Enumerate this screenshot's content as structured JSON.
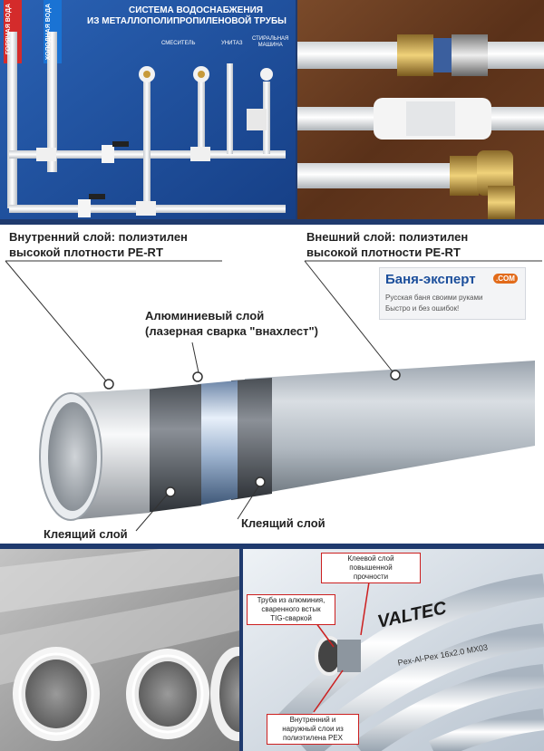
{
  "top_left": {
    "title_line1": "СИСТЕМА ВОДОСНАБЖЕНИЯ",
    "title_line2": "ИЗ МЕТАЛЛОПОЛИПРОПИЛЕНОВОЙ ТРУБЫ",
    "hot_water_1": "ГОРЯЧАЯ",
    "hot_water_2": "ВОДА",
    "cold_water_1": "ХОЛОДНАЯ",
    "cold_water_2": "ВОДА",
    "mixer": "СМЕСИТЕЛЬ",
    "toilet": "УНИТАЗ",
    "washer_1": "СТИРАЛЬНАЯ",
    "washer_2": "МАШИНА"
  },
  "diagram": {
    "inner_layer_1": "Внутренний слой: полиэтилен",
    "inner_layer_2": "высокой плотности PE-RT",
    "outer_layer_1": "Внешний слой: полиэтилен",
    "outer_layer_2": "высокой плотности PE-RT",
    "aluminum_1": "Алюминиевый слой",
    "aluminum_2": "(лазерная сварка \"внахлест\")",
    "adhesive_left": "Клеящий слой",
    "adhesive_right": "Клеящий слой",
    "logo_title": "Баня-эксперт",
    "logo_com": ".COM",
    "logo_line1": "Русская баня своими руками",
    "logo_line2": "Быстро и без ошибок!"
  },
  "bottom_right": {
    "glue_1": "Клеевой слой",
    "glue_2": "повышенной",
    "glue_3": "прочности",
    "alu_1": "Труба из алюминия,",
    "alu_2": "сваренного встык",
    "alu_3": "TIG-сваркой",
    "pex_1": "Внутренний и",
    "pex_2": "наружный слои из",
    "pex_3": "полиэтилена PEX",
    "brand": "VALTEC",
    "print_1": "Pex-Al-Pex",
    "print_2": "16x2.0",
    "print_3": "MX03"
  },
  "colors": {
    "board_blue": "#1f4f9a",
    "pipe_white": "#eef0f0",
    "label_red": "#cc1f1f",
    "logo_blue": "#1b4e9b"
  }
}
